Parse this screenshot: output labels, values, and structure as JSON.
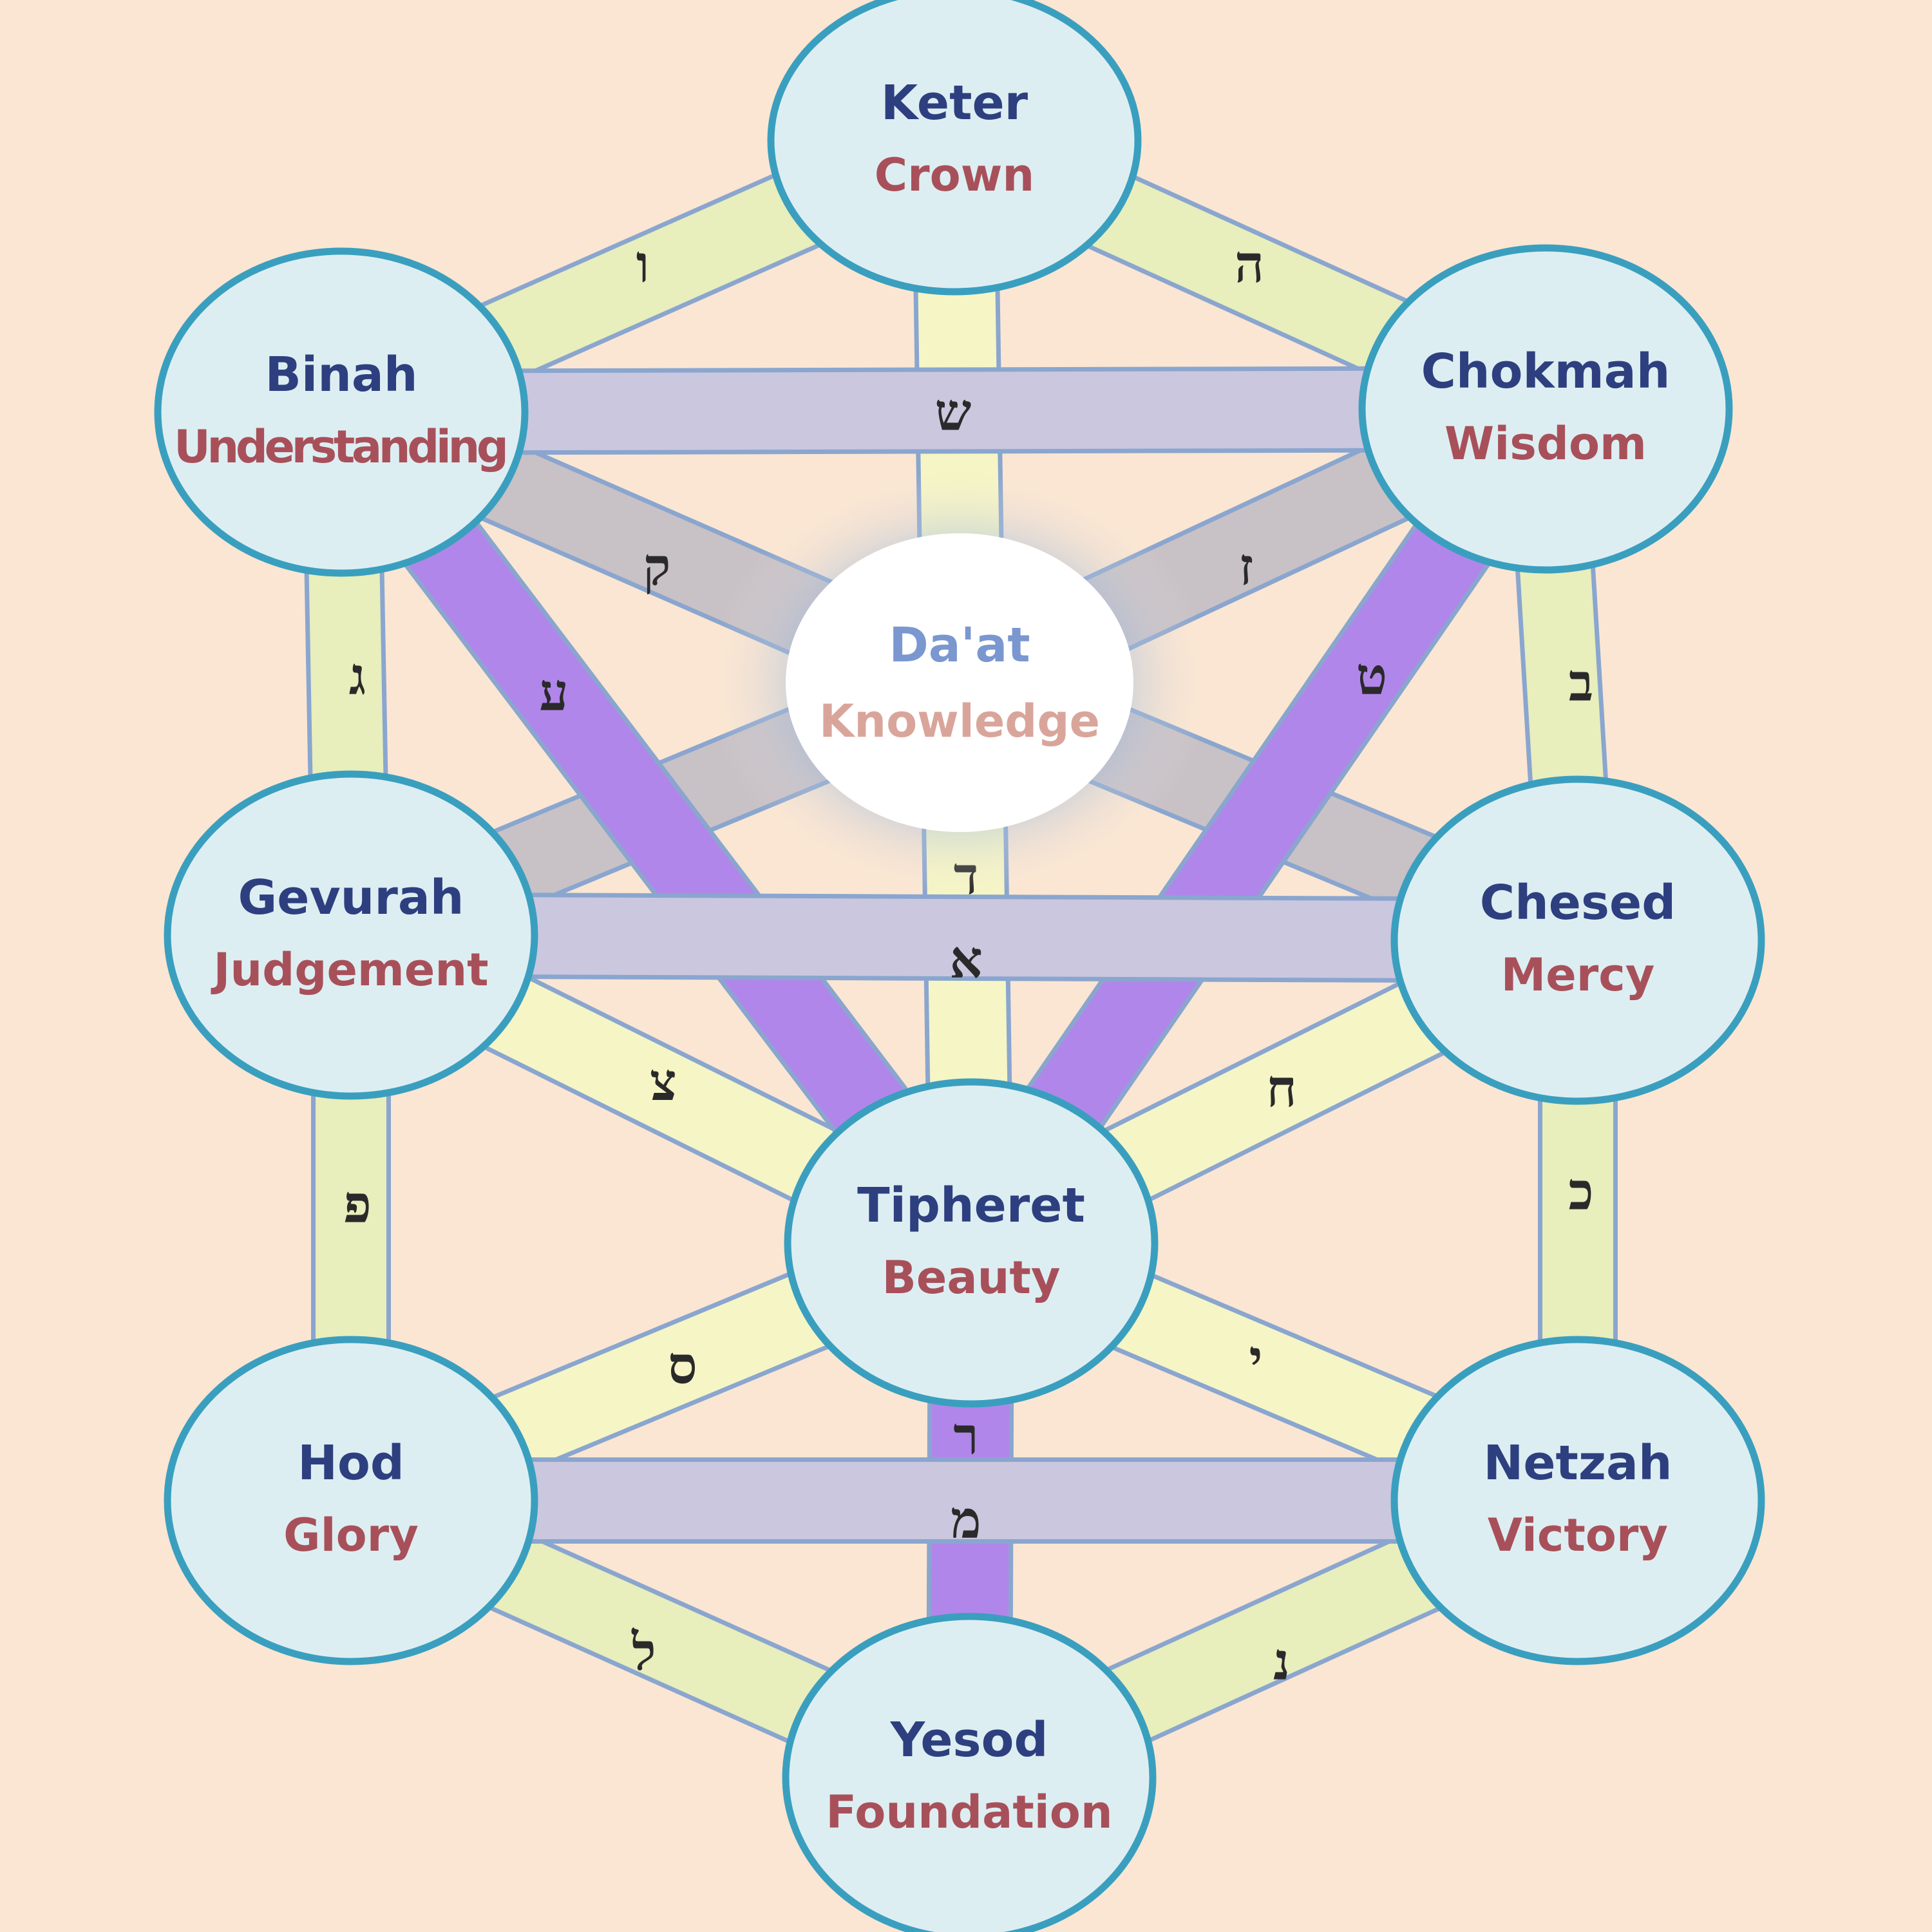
{
  "colors": {
    "background": "#fae6d3",
    "node_fill": "#ddeef2",
    "node_stroke": "#3a9fbf",
    "name_text": "#2e3f80",
    "meaning_text": "#a8505a",
    "path_yellow": "#e8eebc",
    "path_cream": "#f5f5c6",
    "path_lavender": "#cbc7df",
    "path_purple": "#b186ea",
    "path_taupe": "#c8c1c6",
    "path_edge": "#8aa6cf",
    "daat_glow": "#6d9fd8"
  },
  "sephirot": {
    "keter": {
      "name": "Keter",
      "meaning": "Crown"
    },
    "chokmah": {
      "name": "Chokmah",
      "meaning": "Wisdom"
    },
    "binah": {
      "name": "Binah",
      "meaning": "Understanding"
    },
    "daat": {
      "name": "Da'at",
      "meaning": "Knowledge"
    },
    "chesed": {
      "name": "Chesed",
      "meaning": "Mercy"
    },
    "gevurah": {
      "name": "Gevurah",
      "meaning": "Judgement"
    },
    "tipheret": {
      "name": "Tipheret",
      "meaning": "Beauty"
    },
    "netzah": {
      "name": "Netzah",
      "meaning": "Victory"
    },
    "hod": {
      "name": "Hod",
      "meaning": "Glory"
    },
    "yesod": {
      "name": "Yesod",
      "meaning": "Foundation"
    }
  },
  "paths": {
    "keter_binah": {
      "letter": "ו"
    },
    "keter_chokmah": {
      "letter": "ה"
    },
    "keter_tipheret": {
      "letter": "ד"
    },
    "binah_chokmah": {
      "letter": "ש"
    },
    "binah_gevurah": {
      "letter": "ג"
    },
    "chokmah_chesed": {
      "letter": "ב"
    },
    "binah_daat": {
      "letter": "ק"
    },
    "chokmah_daat": {
      "letter": "ז"
    },
    "binah_tipheret": {
      "letter": "ע"
    },
    "chokmah_tipheret": {
      "letter": "ט"
    },
    "gevurah_chesed": {
      "letter": "א"
    },
    "gevurah_tipheret": {
      "letter": "צ"
    },
    "chesed_tipheret": {
      "letter": "ח"
    },
    "gevurah_hod": {
      "letter": "פ"
    },
    "chesed_netzah": {
      "letter": "כ"
    },
    "tipheret_hod": {
      "letter": "ס"
    },
    "tipheret_netzah": {
      "letter": "י"
    },
    "hod_netzah": {
      "letter": "מ"
    },
    "tipheret_yesod": {
      "letter": "ר"
    },
    "hod_yesod": {
      "letter": "ל"
    },
    "netzah_yesod": {
      "letter": "נ"
    }
  }
}
